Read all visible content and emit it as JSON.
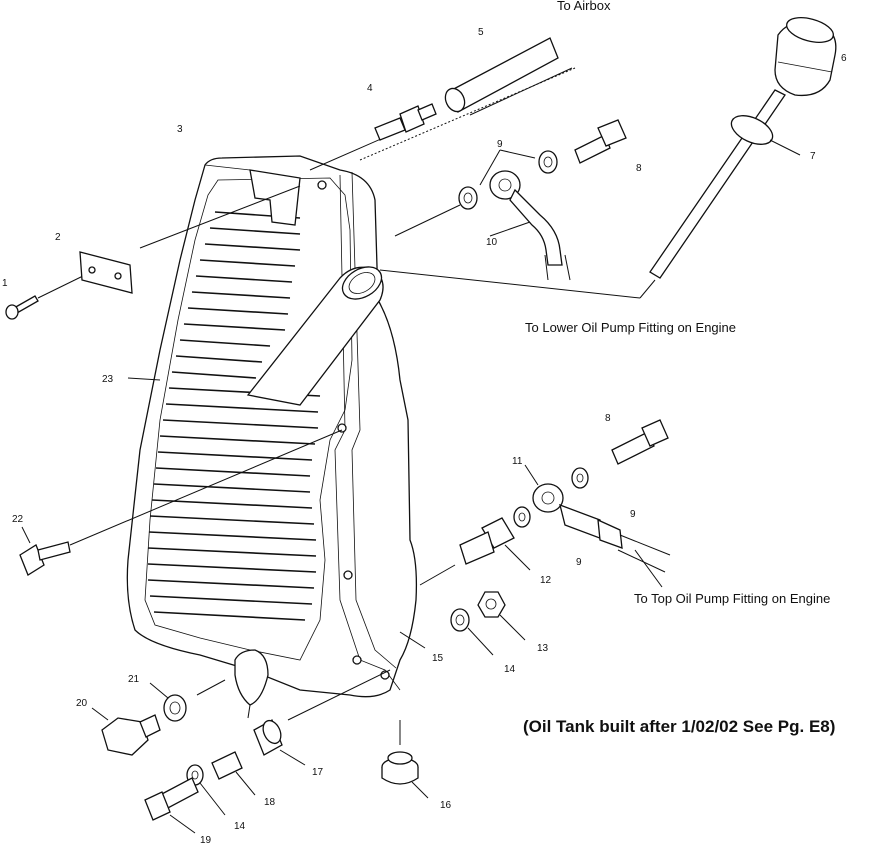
{
  "notes": {
    "to_airbox": "To Airbox",
    "to_lower_pump": "To Lower Oil Pump Fitting on Engine",
    "to_top_pump": "To Top Oil Pump Fitting on Engine",
    "built_after": "(Oil Tank built after 1/02/02 See Pg. E8)"
  },
  "callouts": {
    "c1": "1",
    "c2": "2",
    "c3": "3",
    "c4": "4",
    "c5": "5",
    "c6": "6",
    "c7": "7",
    "c8a": "8",
    "c8b": "8",
    "c9a": "9",
    "c9b": "9",
    "c9c": "9",
    "c10": "10",
    "c11": "11",
    "c12": "12",
    "c13": "13",
    "c14a": "14",
    "c14b": "14",
    "c15": "15",
    "c16": "16",
    "c17": "17",
    "c18": "18",
    "c19": "19",
    "c20": "20",
    "c21": "21",
    "c22": "22",
    "c23": "23"
  }
}
